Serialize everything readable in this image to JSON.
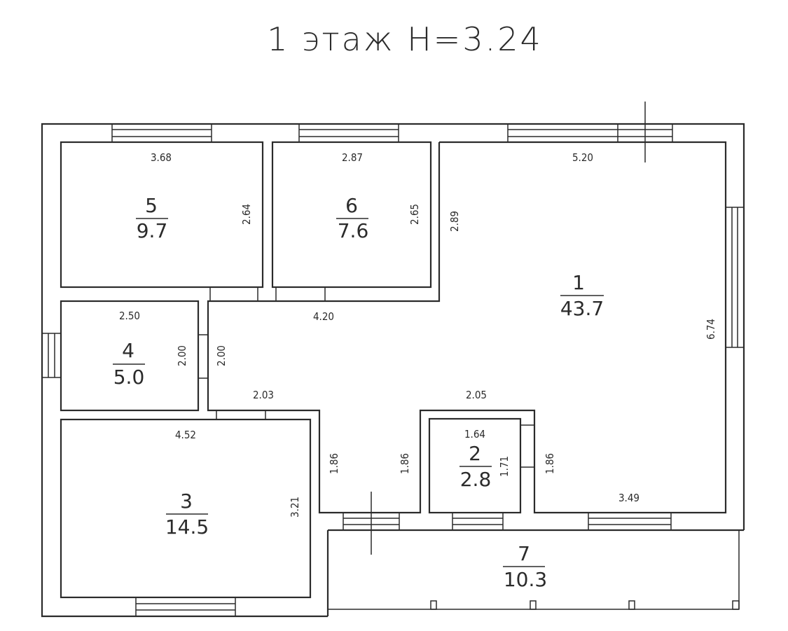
{
  "title": "1 этаж H=3.24",
  "rooms": [
    {
      "number": "1",
      "area": "43.7"
    },
    {
      "number": "2",
      "area": "2.8"
    },
    {
      "number": "3",
      "area": "14.5"
    },
    {
      "number": "4",
      "area": "5.0"
    },
    {
      "number": "5",
      "area": "9.7"
    },
    {
      "number": "6",
      "area": "7.6"
    },
    {
      "number": "7",
      "area": "10.3"
    }
  ],
  "dimensions": {
    "r5_width": "3.68",
    "r5_height": "2.64",
    "r6_width": "2.87",
    "r6_height": "2.65",
    "r1_top_width": "5.20",
    "r1_left_height": "2.89",
    "r1_right_height": "6.74",
    "r1_bottom_width": "3.49",
    "hall_width": "4.20",
    "hall_height": "2.00",
    "r4_width": "2.50",
    "r4_height": "2.00",
    "r3_width": "4.52",
    "r3_height": "3.21",
    "corridor_top": "2.03",
    "corridor_left": "1.86",
    "corridor_right": "1.86",
    "r2_outer_width": "2.05",
    "r2_width": "1.64",
    "r2_height": "1.71",
    "r2_right_height": "1.86"
  }
}
